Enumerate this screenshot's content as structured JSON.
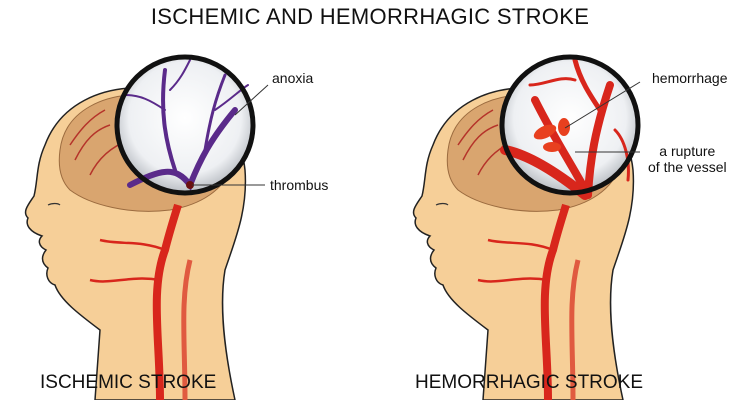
{
  "title": "ISCHEMIC AND HEMORRHAGIC STROKE",
  "panels": {
    "ischemic": {
      "caption": "ISCHEMIC STROKE",
      "labels": {
        "anoxia": "anoxia",
        "thrombus": "thrombus"
      }
    },
    "hemorrhagic": {
      "caption": "HEMORRHAGIC STROKE",
      "labels": {
        "hemorrhage": "hemorrhage",
        "rupture_line1": "a rupture",
        "rupture_line2": "of the vessel"
      }
    }
  },
  "colors": {
    "skin": "#f6cf98",
    "brain": "#d9a56f",
    "artery": "#d8261c",
    "thrombus_vessel": "#5a2a8a",
    "outline": "#111111"
  }
}
